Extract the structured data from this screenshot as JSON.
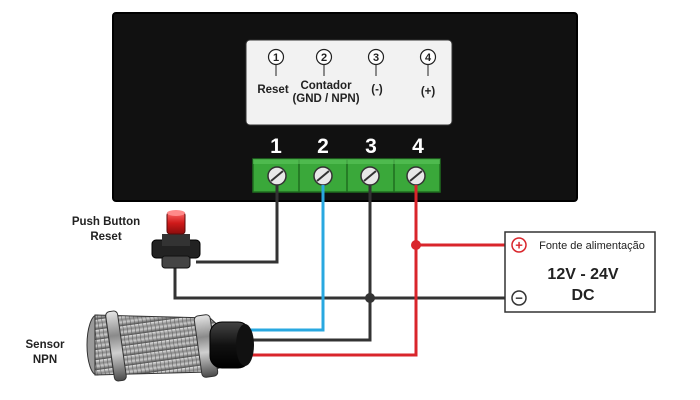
{
  "device": {
    "terminals": [
      {
        "circle_number": "1",
        "description": [
          "Reset"
        ],
        "terminal_number": "1"
      },
      {
        "circle_number": "2",
        "description": [
          "Contador",
          "(GND / NPN)"
        ],
        "terminal_number": "2"
      },
      {
        "circle_number": "3",
        "description": [
          "(-)"
        ],
        "terminal_number": "3"
      },
      {
        "circle_number": "4",
        "description": [
          "(+)"
        ],
        "terminal_number": "4"
      }
    ]
  },
  "push_button": {
    "label_line1": "Push Button",
    "label_line2": "Reset"
  },
  "sensor": {
    "label_line1": "Sensor",
    "label_line2": "NPN"
  },
  "power_supply": {
    "title": "Fonte de alimentação",
    "voltage": "12V - 24V",
    "type": "DC",
    "plus_symbol": "+",
    "minus_symbol": "−"
  },
  "colors": {
    "panel": "#111111",
    "terminal_green": "#3aa83a",
    "wire_black": "#333333",
    "wire_blue": "#29a8e0",
    "wire_red": "#d9252b",
    "button_red": "#c8102e"
  }
}
